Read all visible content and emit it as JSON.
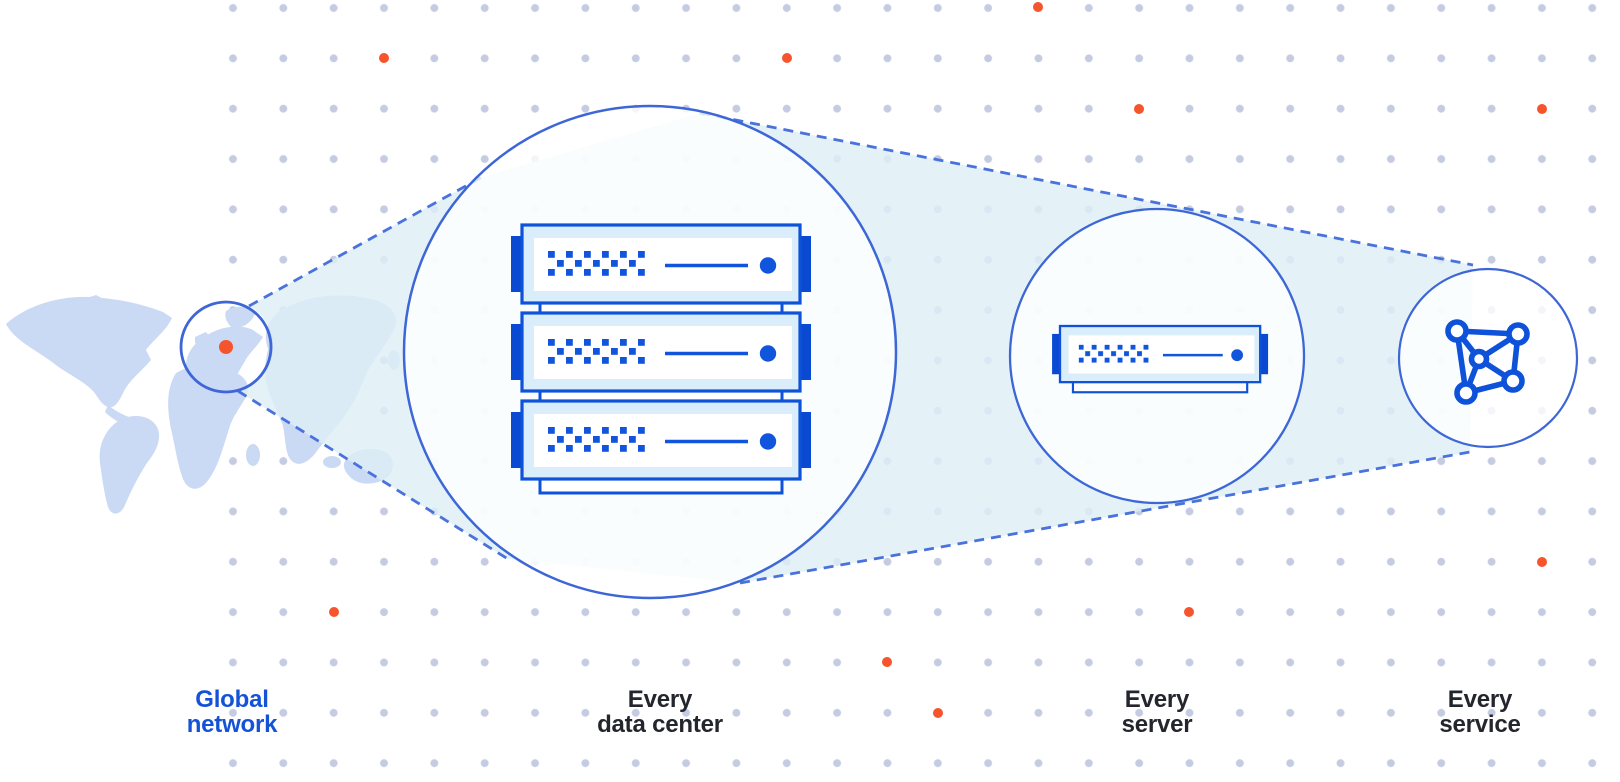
{
  "diagram": {
    "stages": [
      {
        "name": "global-network",
        "line1": "Global",
        "line2": "network",
        "icon": "world-map-icon",
        "highlighted": true
      },
      {
        "name": "every-data-center",
        "line1": "Every",
        "line2": "data center",
        "icon": "server-rack-icon",
        "server_count": 3
      },
      {
        "name": "every-server",
        "line1": "Every",
        "line2": "server",
        "icon": "server-unit-icon",
        "server_count": 1
      },
      {
        "name": "every-service",
        "line1": "Every",
        "line2": "service",
        "icon": "network-graph-icon"
      }
    ],
    "icons": [
      "world-map-icon",
      "location-marker-icon",
      "magnify-circle-icon",
      "server-rack-icon",
      "server-unit-icon",
      "network-graph-icon"
    ],
    "colors": {
      "accent_orange": "#f6542c",
      "server_blue": "#1155dc",
      "server_tab_blue": "#0a49d2",
      "outline_blue": "#3d66d6",
      "funnel_cyan": "#ddeff6",
      "server_body_fill": "#d9eefa",
      "map_blue": "#cad9f4",
      "grid_dot": "#c5cce2",
      "label_dark": "#23262d",
      "label_blue": "#1453d8"
    }
  }
}
